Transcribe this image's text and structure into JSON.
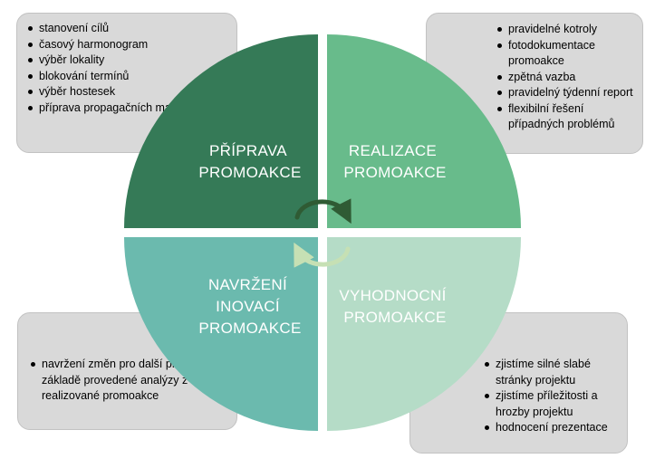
{
  "boxes": {
    "top_left": [
      "stanovení cílů",
      "časový harmonogram",
      "výběr lokality",
      "blokování termínů",
      "výběr hostesek",
      "příprava propagačních materiálů"
    ],
    "top_right": [
      "pravidelné kotroly",
      "fotodokumentace promoakce",
      "zpětná vazba",
      "pravidelný týdenní report",
      "flexibilní řešení případných problémů"
    ],
    "bottom_left": [
      "navržení změn pro další projekt na základě provedené analýzy z realizované promoakce"
    ],
    "bottom_right": [
      "zjistíme silné slabé stránky projektu",
      "zjistíme příležitosti a hrozby projektu",
      "hodnocení prezentace"
    ]
  },
  "quadrants": {
    "top_left": {
      "line1": "PŘÍPRAVA",
      "line2": "PROMOAKCE",
      "color": "#357a57"
    },
    "top_right": {
      "line1": "REALIZACE",
      "line2": "PROMOAKCE",
      "color": "#68bb8b"
    },
    "bottom_left": {
      "line1": "NAVRŽENÍ",
      "line2": "INOVACÍ",
      "line3": "PROMOAKCE",
      "color": "#6bbaae"
    },
    "bottom_right": {
      "line1": "VYHODNOCNÍ",
      "line2": "PROMOAKCE",
      "color": "#b5dcc7"
    }
  },
  "colors": {
    "box_fill": "#d9d9d9",
    "arrow_dark": "#2f5b34",
    "arrow_light": "#c6e0b4"
  }
}
